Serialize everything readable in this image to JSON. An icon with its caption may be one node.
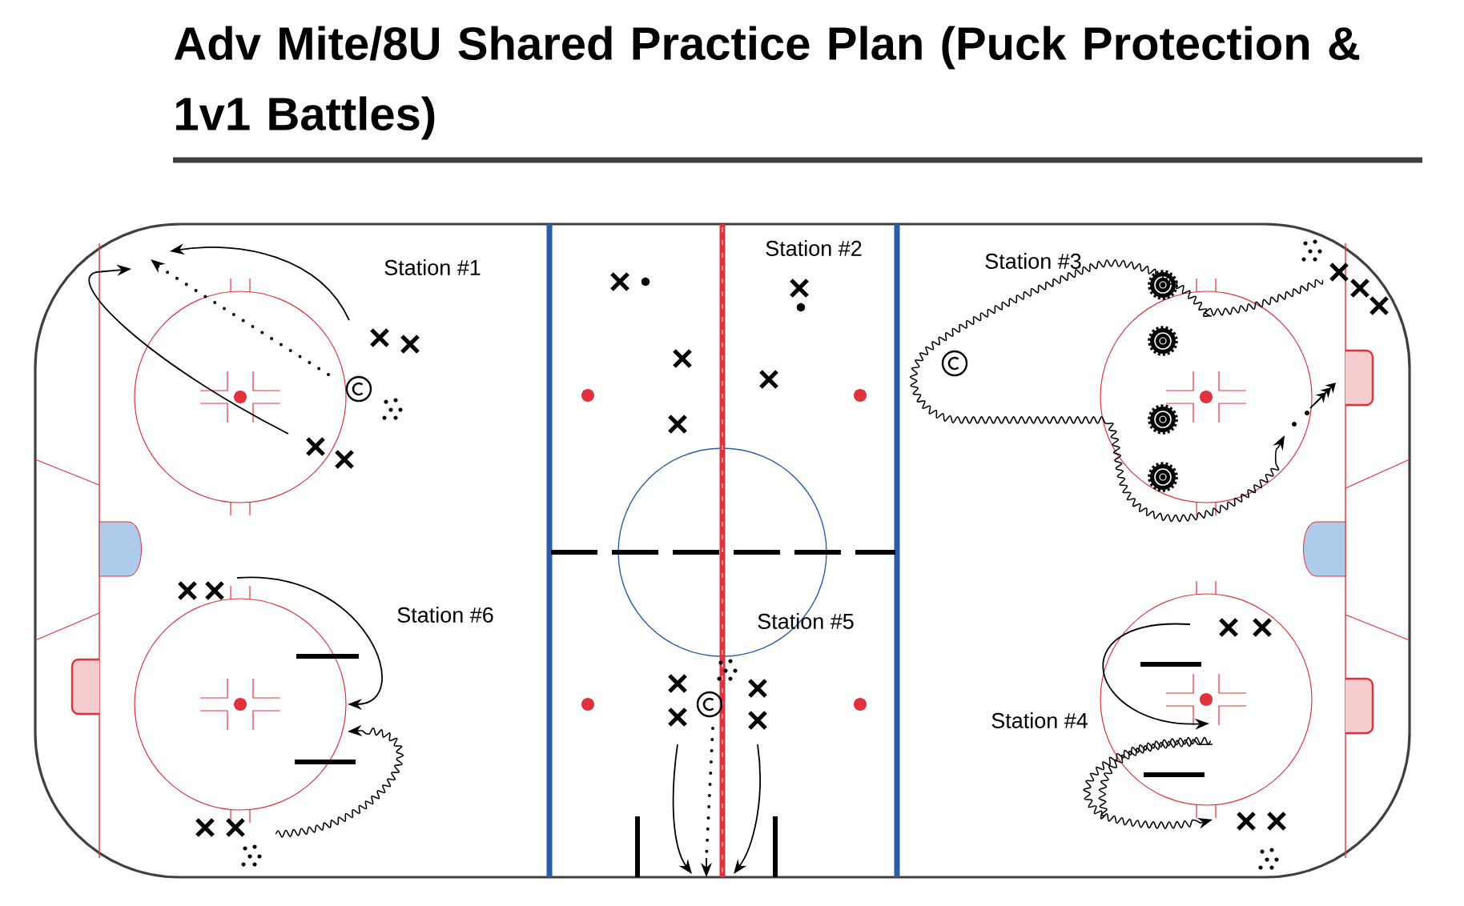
{
  "diagram": {
    "title": "Adv Mite/8U Shared Practice Plan (Puck Protection & 1v1 Battles)",
    "labels": [
      "Station #1",
      "Station #2",
      "Station #3",
      "Station #6",
      "Station #5",
      "Station #4"
    ]
  }
}
